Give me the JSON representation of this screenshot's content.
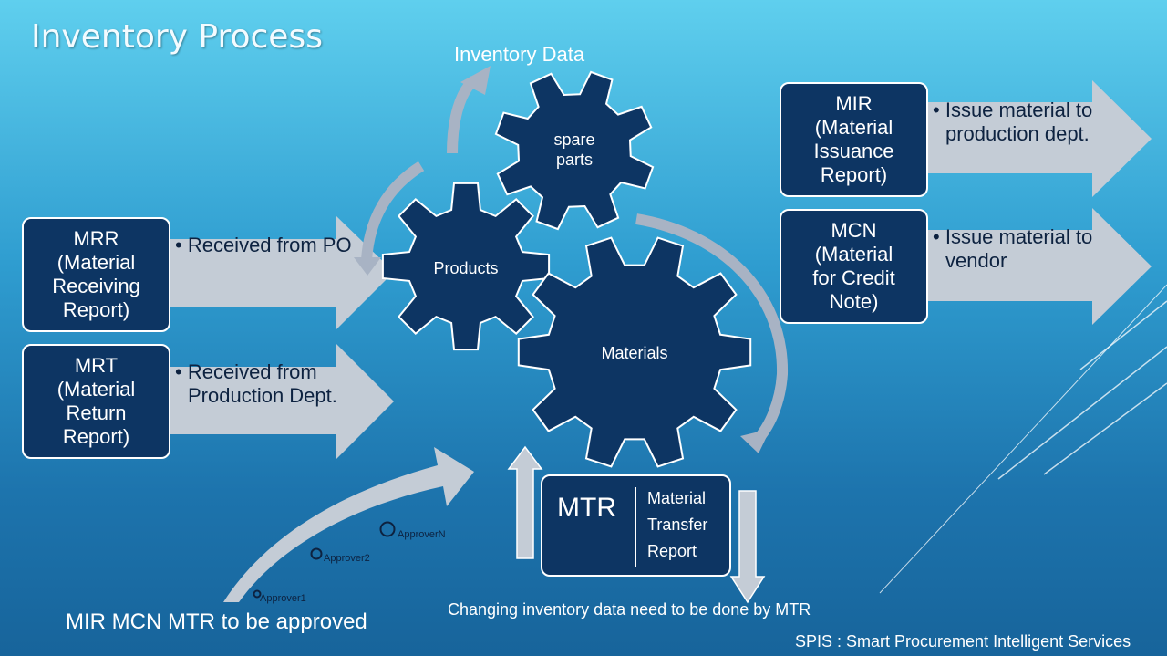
{
  "title": "Inventory Process",
  "top_label": "Inventory Data",
  "gears": {
    "spare_parts": "spare\nparts",
    "products": "Products",
    "materials": "Materials"
  },
  "left_boxes": [
    {
      "abbr_text": "MRR\n(Material\nReceiving\nReport)",
      "bullet": "Received from PO"
    },
    {
      "abbr_text": "MRT\n(Material\nReturn\nReport)",
      "bullet": "Received from Production Dept."
    }
  ],
  "right_boxes": [
    {
      "abbr_text": "MIR\n(Material\nIssuance\nReport)",
      "bullet": "Issue material to production dept."
    },
    {
      "abbr_text": "MCN\n(Material\nfor Credit\nNote)",
      "bullet": "Issue material to vendor"
    }
  ],
  "mtr": {
    "abbr": "MTR",
    "full": "Material\nTransfer\nReport"
  },
  "approvers": [
    "Approver1",
    "Approver2",
    "ApproverN"
  ],
  "approval_caption": "MIR MCN MTR to be approved",
  "mtr_caption": "Changing inventory data need to be done by MTR",
  "footer": "SPIS : Smart Procurement Intelligent Services",
  "colors": {
    "box_fill": "#0d3563",
    "arrow_fill": "#c4ccd6",
    "curve_arrow": "#a8b3c4",
    "bullet_text": "#0d2240"
  }
}
